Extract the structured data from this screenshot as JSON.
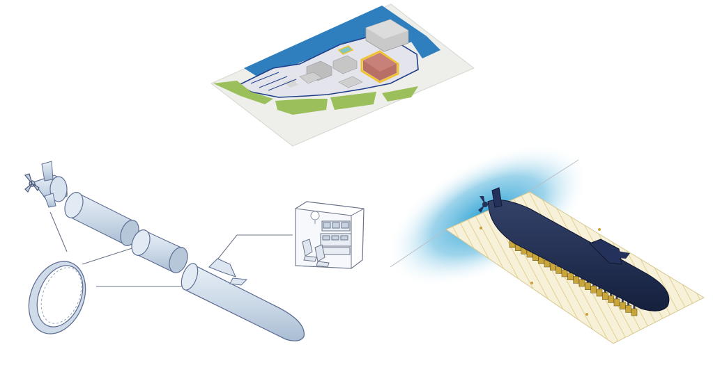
{
  "illustrations": {
    "shipyard_map": {
      "highlighted_building": "assembly-hall"
    },
    "exploded_hull": {
      "sections": [
        "stern",
        "hull-section-1",
        "hull-section-2",
        "bow-section",
        "hull-ring"
      ]
    },
    "submarine_on_cradles": {
      "cradle_count": 22
    }
  },
  "colors": {
    "water": "#2f7fbe",
    "green_space": "#9bbf5a",
    "ground": "#eeeeea",
    "highlight_building": "#b86f66",
    "highlight_outline": "#f1c232",
    "hull_fill": "#cfdbe8",
    "hull_stroke": "#5f6f93",
    "submarine": "#1d2a4c",
    "dock_floor": "#f6f0d6",
    "cradle": "#caa63a"
  },
  "icons": [
    "propeller-icon",
    "seat-icon",
    "lightbulb-icon",
    "control-console-icon"
  ]
}
